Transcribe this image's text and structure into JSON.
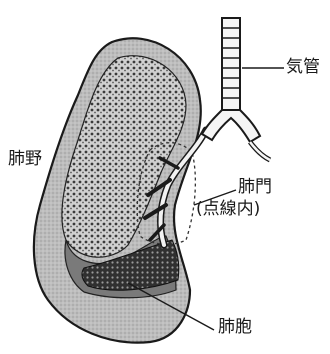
{
  "labels": {
    "trachea": "気管",
    "lung_field": "肺野",
    "hilum": "肺門",
    "hilum_note": "(点線内)",
    "alveoli": "肺胞"
  },
  "colors": {
    "ink": "#1a1a1a",
    "lung_shade": "#9a9a9a",
    "lung_dark": "#2b2b2b",
    "background": "#ffffff"
  }
}
